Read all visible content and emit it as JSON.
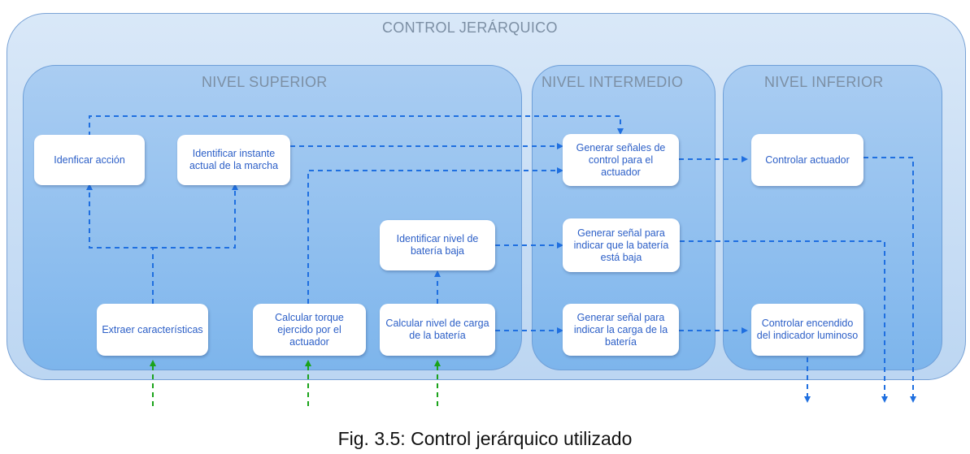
{
  "titles": {
    "main": "CONTROL JERÁRQUICO",
    "superior": "NIVEL SUPERIOR",
    "intermedio": "NIVEL INTERMEDIO",
    "inferior": "NIVEL INFERIOR"
  },
  "nodes": {
    "identificar_accion": "Idenficar acción",
    "identificar_instante": "Identificar instante actual de la marcha",
    "identificar_bateria_baja": "Identificar nivel de batería baja",
    "extraer": "Extraer características",
    "calcular_torque": "Calcular torque ejercido por el actuador",
    "calcular_carga": "Calcular nivel de carga de la batería",
    "generar_senales_control": "Generar señales de control para el actuador",
    "generar_senal_bateria_baja": "Generar señal para indicar que la batería está baja",
    "generar_senal_carga": "Generar señal para indicar la carga de la batería",
    "controlar_actuador": "Controlar actuador",
    "controlar_encendido": "Controlar encendido del indicador luminoso"
  },
  "colors": {
    "flow_arrow": "#1f6fe0",
    "input_arrow": "#1aa31a",
    "node_text": "#2c5fc7"
  },
  "caption": "Fig. 3.5: Control jerárquico utilizado"
}
